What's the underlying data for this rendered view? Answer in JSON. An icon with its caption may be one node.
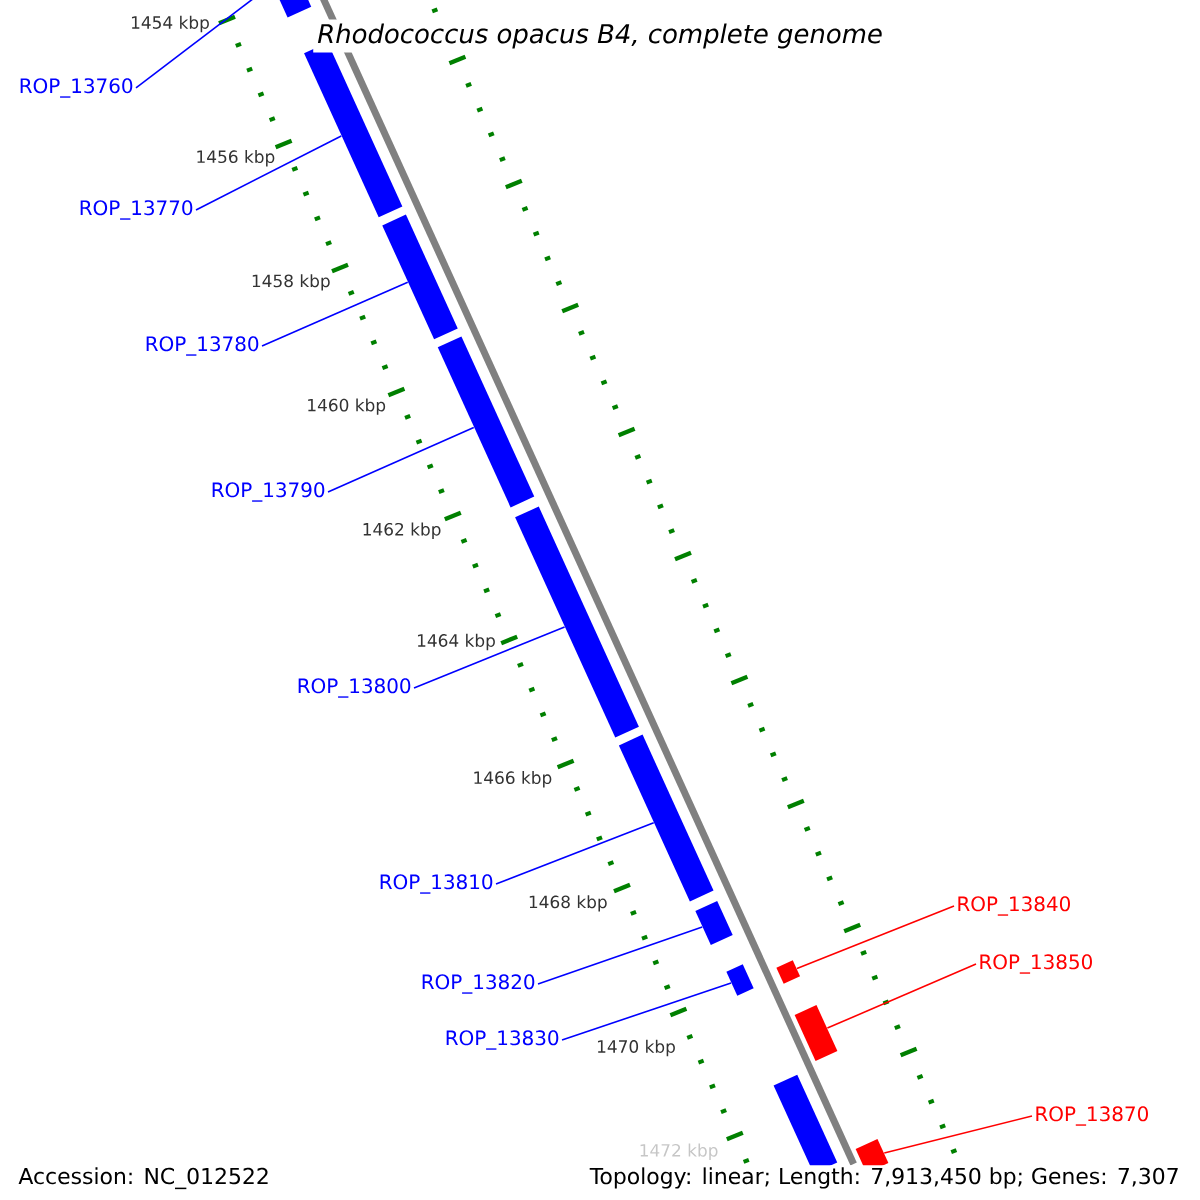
{
  "diagram": {
    "title": "Rhodococcus opacus B4, complete genome",
    "nodes": [
      {
        "text": [
          "ROP_13760"
        ]
      },
      {
        "text": [
          "ROP_13770"
        ]
      },
      {
        "text": [
          "ROP_13780"
        ]
      },
      {
        "text": [
          "ROP_13790"
        ]
      },
      {
        "text": [
          "ROP_13800"
        ]
      },
      {
        "text": [
          "ROP_13810"
        ]
      },
      {
        "text": [
          "ROP_13820"
        ]
      },
      {
        "text": [
          "ROP_13830"
        ]
      },
      {
        "text": [
          "ROP_13840"
        ]
      },
      {
        "text": [
          "ROP_13850"
        ]
      },
      {
        "text": [
          "ROP_13870"
        ]
      },
      {
        "text": [],
        "shape": "bar"
      },
      {
        "text": [],
        "shape": "bar"
      },
      {
        "text": [],
        "shape": "bar"
      },
      {
        "text": [],
        "shape": "bar"
      },
      {
        "text": [],
        "shape": "bar"
      },
      {
        "text": [],
        "shape": "bar"
      },
      {
        "text": [],
        "shape": "bar"
      },
      {
        "text": [],
        "shape": "bar"
      },
      {
        "text": [],
        "shape": "bar"
      },
      {
        "text": [],
        "shape": "bar"
      },
      {
        "text": [],
        "shape": "bar"
      },
      {
        "text": [],
        "shape": "bar"
      }
    ],
    "edges": [
      {
        "from": 0,
        "to": 11,
        "arrow": "none"
      },
      {
        "from": 1,
        "to": 12,
        "arrow": "none"
      },
      {
        "from": 2,
        "to": 13,
        "arrow": "none"
      },
      {
        "from": 3,
        "to": 14,
        "arrow": "none"
      },
      {
        "from": 4,
        "to": 15,
        "arrow": "none"
      },
      {
        "from": 5,
        "to": 16,
        "arrow": "none"
      },
      {
        "from": 6,
        "to": 17,
        "arrow": "none"
      },
      {
        "from": 7,
        "to": 18,
        "arrow": "none"
      },
      {
        "from": 8,
        "to": 20,
        "arrow": "none",
        "color": "#ff0000"
      },
      {
        "from": 9,
        "to": 21,
        "arrow": "none",
        "color": "#ff0000"
      },
      {
        "from": 10,
        "to": 22,
        "arrow": "none",
        "color": "#ff0000"
      }
    ],
    "labels": [
      "1454 kbp",
      "1456 kbp",
      "1458 kbp",
      "1460 kbp",
      "1462 kbp",
      "1464 kbp",
      "1466 kbp",
      "1468 kbp",
      "1470 kbp",
      "1472 kbp",
      "Accession: NC_012522",
      "Topology: linear; Length: 7,913,450 bp; Genes: 7,307"
    ]
  }
}
